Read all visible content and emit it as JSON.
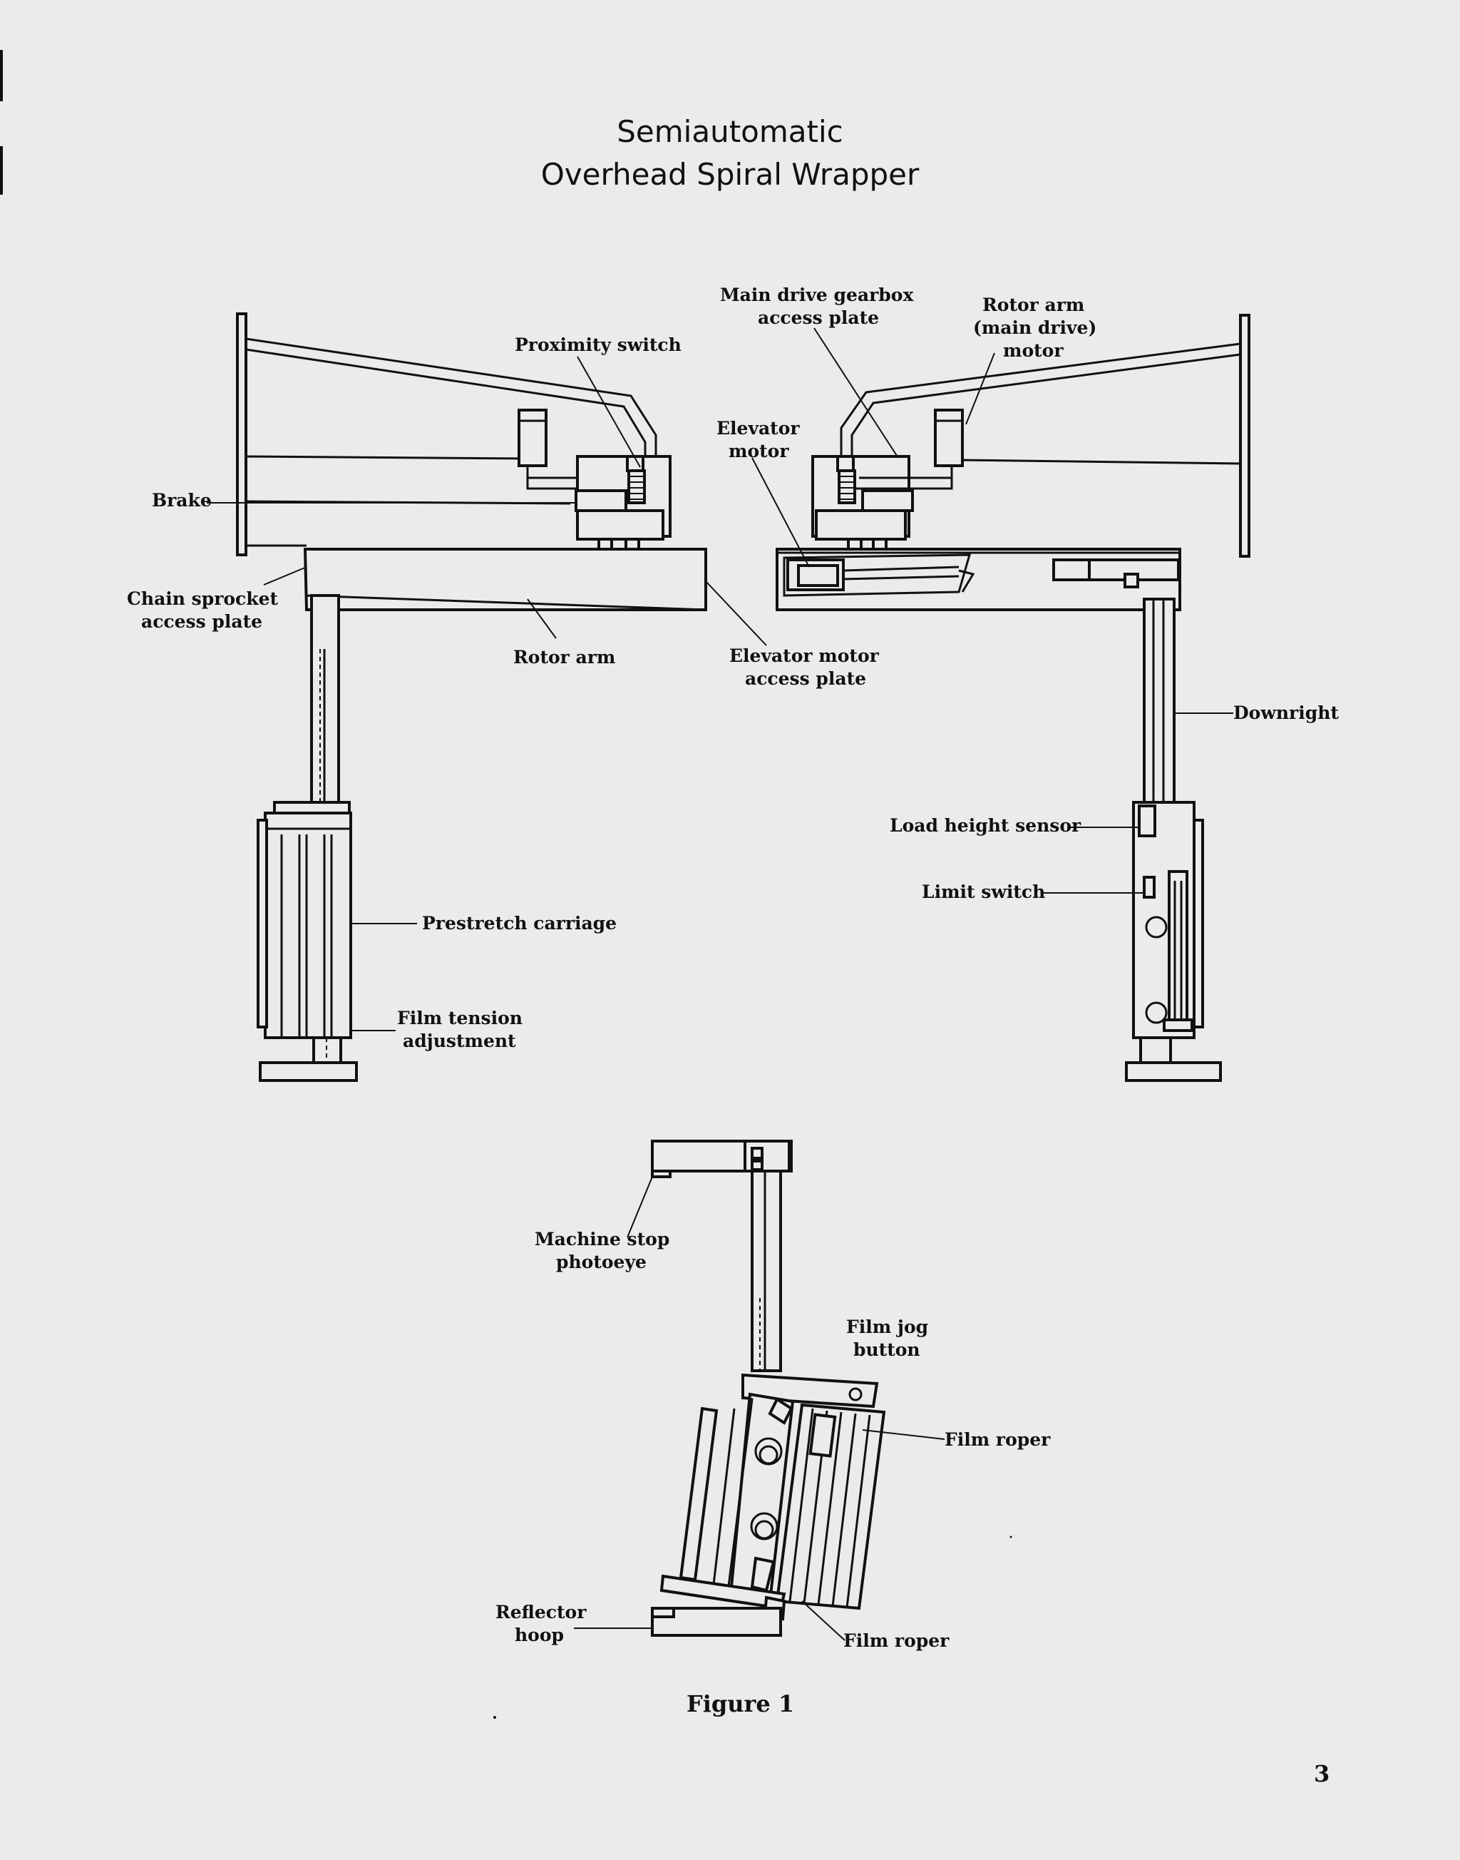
{
  "title": {
    "line1": "Semiautomatic",
    "line2": "Overhead Spiral Wrapper"
  },
  "labels": {
    "proximity_switch": "Proximity switch",
    "main_drive_gearbox_1": "Main drive gearbox",
    "main_drive_gearbox_2": "access plate",
    "rotor_arm_motor_1": "Rotor arm",
    "rotor_arm_motor_2": "(main drive)",
    "rotor_arm_motor_3": "motor",
    "elevator_motor_1": "Elevator",
    "elevator_motor_2": "motor",
    "brake": "Brake",
    "chain_sprocket_1": "Chain sprocket",
    "chain_sprocket_2": "access plate",
    "rotor_arm": "Rotor arm",
    "elevator_motor_access_1": "Elevator motor",
    "elevator_motor_access_2": "access plate",
    "downright": "Downright",
    "load_height_sensor": "Load height sensor",
    "limit_switch": "Limit switch",
    "prestretch_carriage": "Prestretch carriage",
    "film_tension_1": "Film tension",
    "film_tension_2": "adjustment",
    "machine_stop_1": "Machine stop",
    "machine_stop_2": "photoeye",
    "film_jog_1": "Film jog",
    "film_jog_2": "button",
    "film_roper_upper": "Film roper",
    "film_roper_lower": "Film roper",
    "reflector_hoop_1": "Reflector",
    "reflector_hoop_2": "hoop"
  },
  "caption": "Figure 1",
  "page_number": "3"
}
